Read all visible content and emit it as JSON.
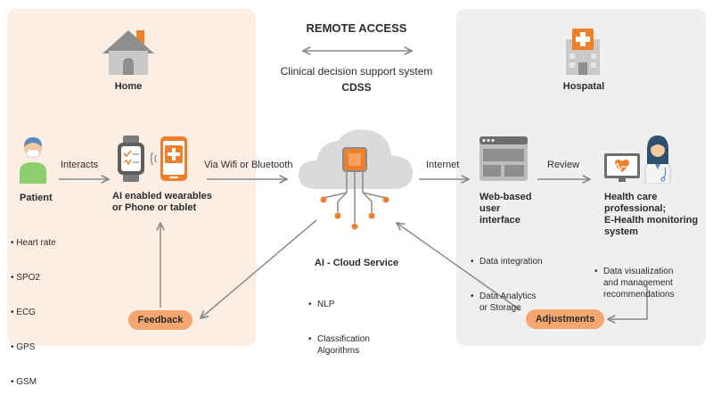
{
  "header": {
    "title": "REMOTE ACCESS",
    "system_name": "Clinical decision support system",
    "system_abbr": "CDSS"
  },
  "home": {
    "label": "Home",
    "patient": {
      "label": "Patient",
      "metrics": [
        "Heart rate",
        "SPO2",
        "ECG",
        "GPS",
        "GSM"
      ]
    },
    "device": {
      "label": "AI enabled wearables\nor Phone or tablet"
    },
    "feedback_label": "Feedback"
  },
  "cloud": {
    "label": "AI - Cloud Service",
    "items": [
      "NLP",
      "Classification\nAlgorithms"
    ]
  },
  "hospital": {
    "label": "Hospatal",
    "web_ui": {
      "label": "Web-based\nuser\ninterface",
      "items": [
        "Data integration",
        "Data Analytics\nor Storage"
      ]
    },
    "professional": {
      "label": "Health care\nprofessional;\nE-Health monitoring\nsystem",
      "items": [
        "Data visualization\nand management\nrecommendations"
      ]
    },
    "adjustments_label": "Adjustments"
  },
  "flows": {
    "interacts": "Interacts",
    "via": "Via Wifi or Bluetooth",
    "internet": "Internet",
    "review": "Review"
  },
  "colors": {
    "accent": "#f07f2c",
    "pill": "#f6a76f",
    "home_bg": "#fdeee4",
    "hospital_bg": "#efefef",
    "arrow": "#8a8a8a"
  }
}
